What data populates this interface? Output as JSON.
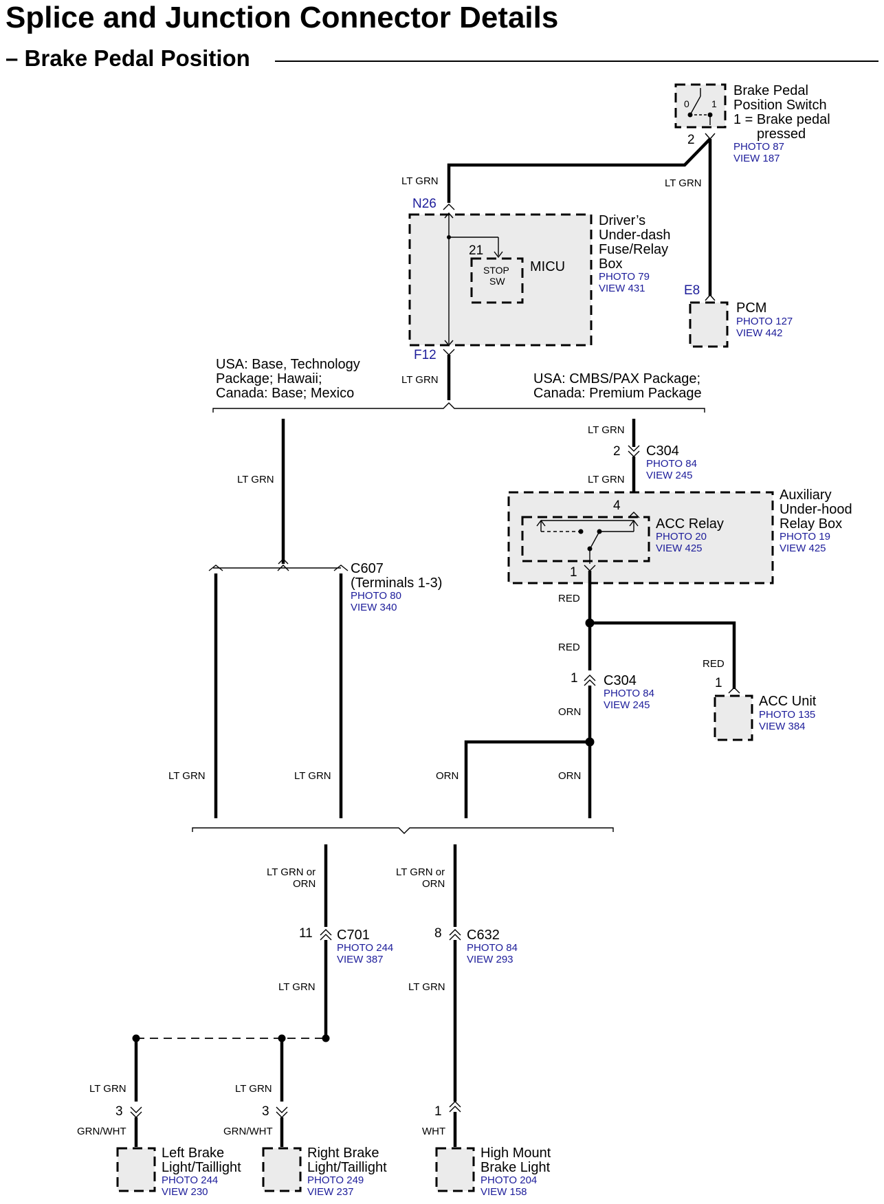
{
  "title": "Splice and Junction Connector Details",
  "subtitle": "– Brake Pedal Position",
  "components": {
    "brake_switch": {
      "name1": "Brake Pedal",
      "name2": "Position Switch",
      "name3": "1 = Brake pedal",
      "name4": "pressed",
      "photo": "PHOTO 87",
      "view": "VIEW 187",
      "pin": "2",
      "pos0": "0",
      "pos1": "1"
    },
    "fuse_box": {
      "name1": "Driver’s",
      "name2": "Under-dash",
      "name3": "Fuse/Relay",
      "name4": "Box",
      "photo": "PHOTO 79",
      "view": "VIEW 431",
      "top_terminal": "N26",
      "bottom_terminal": "F12",
      "inner_pin": "21",
      "micu": "MICU",
      "stop1": "STOP",
      "stop2": "SW"
    },
    "pcm": {
      "name": "PCM",
      "photo": "PHOTO 127",
      "view": "VIEW 442",
      "terminal": "E8"
    },
    "variant_left": {
      "line1": "USA: Base, Technology",
      "line2": "Package; Hawaii;",
      "line3": "Canada: Base; Mexico"
    },
    "variant_right": {
      "line1": "USA: CMBS/PAX Package;",
      "line2": "Canada: Premium Package"
    },
    "c304_top": {
      "name": "C304",
      "photo": "PHOTO 84",
      "view": "VIEW 245",
      "pin": "2"
    },
    "aux_box": {
      "name1": "Auxiliary",
      "name2": "Under-hood",
      "name3": "Relay Box",
      "photo": "PHOTO 19",
      "view": "VIEW 425"
    },
    "acc_relay": {
      "name": "ACC Relay",
      "photo": "PHOTO 20",
      "view": "VIEW 425",
      "pin_in": "4",
      "pin_out": "1"
    },
    "c607": {
      "name": "C607",
      "sub": "(Terminals 1-3)",
      "photo": "PHOTO 80",
      "view": "VIEW 340"
    },
    "c304_mid": {
      "name": "C304",
      "photo": "PHOTO 84",
      "view": "VIEW 245",
      "pin": "1"
    },
    "acc_unit": {
      "name": "ACC Unit",
      "photo": "PHOTO 135",
      "view": "VIEW 384",
      "pin": "1"
    },
    "c701": {
      "name": "C701",
      "photo": "PHOTO 244",
      "view": "VIEW 387",
      "pin": "11"
    },
    "c632": {
      "name": "C632",
      "photo": "PHOTO 84",
      "view": "VIEW 293",
      "pin": "8"
    },
    "left_light": {
      "name1": "Left Brake",
      "name2": "Light/Taillight",
      "photo": "PHOTO 244",
      "view": "VIEW 230",
      "pin": "3"
    },
    "right_light": {
      "name1": "Right Brake",
      "name2": "Light/Taillight",
      "photo": "PHOTO 249",
      "view": "VIEW 237",
      "pin": "3"
    },
    "high_mount": {
      "name1": "High Mount",
      "name2": "Brake Light",
      "photo": "PHOTO 204",
      "view": "VIEW 158",
      "pin": "1"
    }
  },
  "wires": {
    "lt_grn": "LT GRN",
    "red": "RED",
    "orn": "ORN",
    "lt_grn_or": "LT GRN or",
    "orn2": "ORN",
    "grn_wht": "GRN/WHT",
    "wht": "WHT"
  }
}
